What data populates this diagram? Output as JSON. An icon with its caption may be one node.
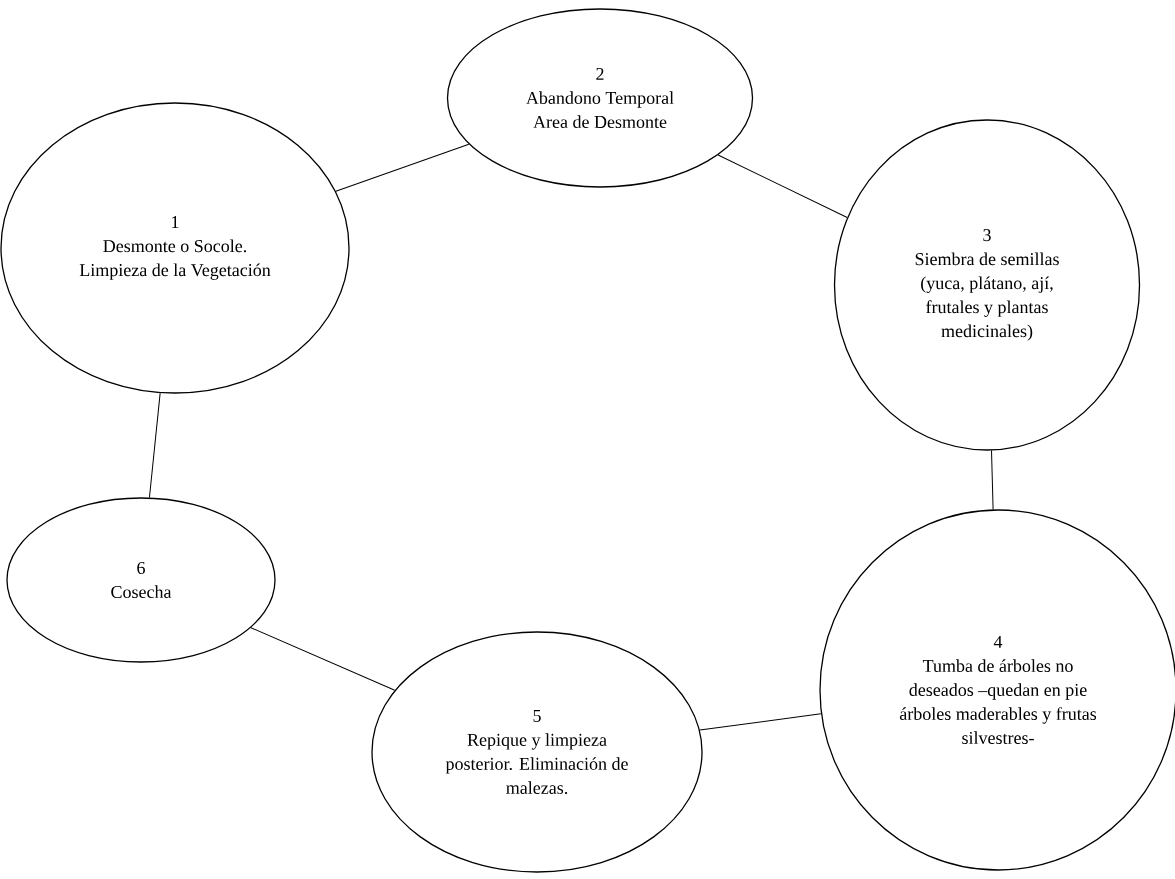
{
  "diagram": {
    "nodes": [
      {
        "text": [
          "1",
          "Desmonte o Socole. Limpieza de la Vegetación"
        ]
      },
      {
        "text": [
          "2",
          "Abandono Temporal Area de Desmonte"
        ]
      },
      {
        "text": [
          "3",
          "Siembra de semillas (yuca, plátano, ají, frutales y plantas medicinales)"
        ]
      },
      {
        "text": [
          "4",
          "Tumba de árboles no deseados –quedan en pie árboles maderables y frutas silvestres-"
        ]
      },
      {
        "text": [
          "5",
          "Repique y limpieza posterior. Eliminación de malezas."
        ]
      },
      {
        "text": [
          "6",
          "Cosecha"
        ]
      }
    ],
    "edges": [
      {
        "from": 0,
        "to": 1,
        "arrow": "none"
      },
      {
        "from": 1,
        "to": 2,
        "arrow": "none"
      },
      {
        "from": 2,
        "to": 3,
        "arrow": "none"
      },
      {
        "from": 3,
        "to": 4,
        "arrow": "none"
      },
      {
        "from": 4,
        "to": 5,
        "arrow": "none"
      },
      {
        "from": 5,
        "to": 0,
        "arrow": "none"
      }
    ]
  }
}
